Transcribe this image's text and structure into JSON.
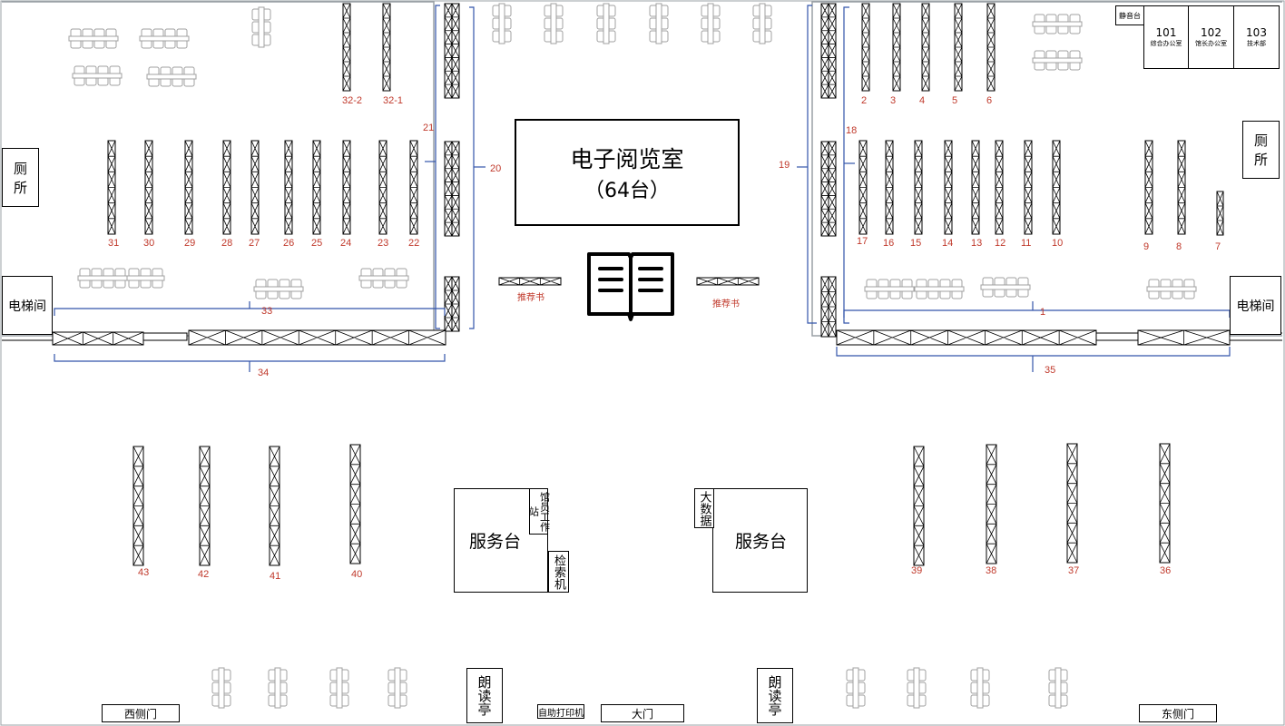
{
  "colors": {
    "outline": "#9aa0a6",
    "shelf": "#000000",
    "bracket": "#3355aa",
    "label": "#c0392b"
  },
  "reading_room": {
    "line1": "电子阅览室",
    "line2": "（64台）"
  },
  "service_desks": [
    {
      "label": "服务台"
    },
    {
      "label": "服务台"
    }
  ],
  "staff_station": "馆员工作站",
  "search_machine": "检索机",
  "big_data": "大数据",
  "reading_pavilions": [
    "朗读亭",
    "朗读亭"
  ],
  "elevators": [
    "电梯间",
    "电梯间"
  ],
  "toilets": [
    "厕所",
    "厕所"
  ],
  "silent_area": "静音台",
  "offices": [
    {
      "number": "101",
      "name": "综合办公室"
    },
    {
      "number": "102",
      "name": "馆长办公室"
    },
    {
      "number": "103",
      "name": "技术部"
    }
  ],
  "recommended_books": [
    "推荐书",
    "推荐书"
  ],
  "doors": {
    "west": "西侧门",
    "main": "大门",
    "east": "东侧门",
    "printer": "自助打印机"
  },
  "shelf_numbers": [
    "31",
    "30",
    "29",
    "28",
    "27",
    "26",
    "25",
    "24",
    "23",
    "22",
    "21",
    "20",
    "19",
    "18",
    "17",
    "16",
    "15",
    "14",
    "13",
    "12",
    "11",
    "10",
    "9",
    "8",
    "7",
    "6",
    "5",
    "4",
    "3",
    "2",
    "1",
    "32-2",
    "32-1",
    "33",
    "34",
    "35",
    "36",
    "37",
    "38",
    "39",
    "40",
    "41",
    "42",
    "43"
  ],
  "icons": {
    "book": "open-book-icon"
  }
}
